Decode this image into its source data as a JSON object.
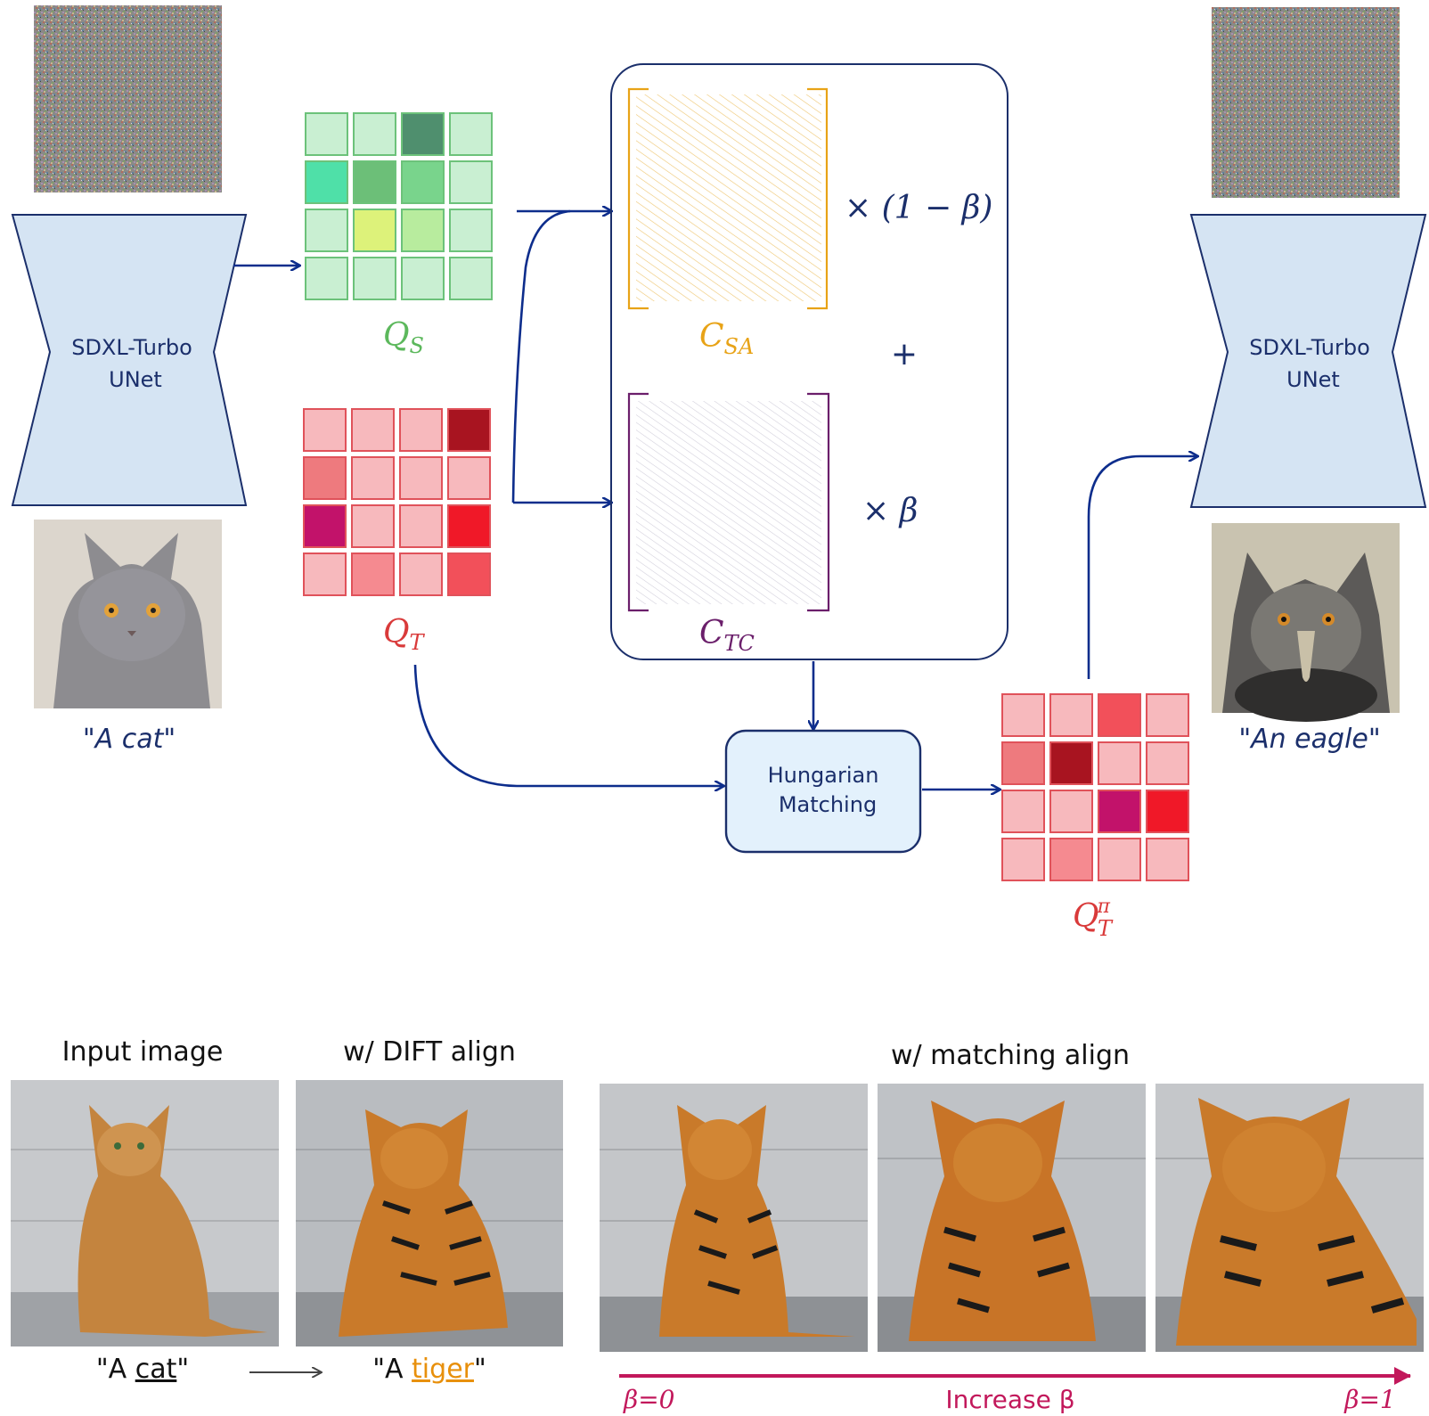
{
  "left_unet": {
    "line1": "SDXL-Turbo",
    "line2": "UNet",
    "prompt": "\"A cat\""
  },
  "right_unet": {
    "line1": "SDXL-Turbo",
    "line2": "UNet",
    "prompt": "\"An eagle\""
  },
  "qs": {
    "label": "Q",
    "sub": "S",
    "color": "#5cb85c",
    "cells": [
      "#c9efd2",
      "#c9efd2",
      "#4f8f6e",
      "#c9efd2",
      "#4fe0a8",
      "#6cbf78",
      "#79d48c",
      "#c9efd2",
      "#c9efd2",
      "#ddf27a",
      "#b8ec9e",
      "#c9efd2",
      "#c9efd2",
      "#c9efd2",
      "#c9efd2",
      "#c9efd2"
    ]
  },
  "qt": {
    "label": "Q",
    "sub": "T",
    "color": "#d93a3a",
    "cells": [
      "#f7b9bd",
      "#f7b9bd",
      "#f7b9bd",
      "#a81420",
      "#ee7a7e",
      "#f7b9bd",
      "#f7b9bd",
      "#f7b9bd",
      "#c2126a",
      "#f7b9bd",
      "#f7b9bd",
      "#f01828",
      "#f7b9bd",
      "#f58a90",
      "#f7b9bd",
      "#f2505a"
    ]
  },
  "qtpi": {
    "label": "Q",
    "sub": "T",
    "sup": "π",
    "color": "#d93a3a",
    "cells": [
      "#f7b9bd",
      "#f7b9bd",
      "#f2505a",
      "#f7b9bd",
      "#ee7a7e",
      "#a81420",
      "#f7b9bd",
      "#f7b9bd",
      "#f7b9bd",
      "#f7b9bd",
      "#c2126a",
      "#f01828",
      "#f7b9bd",
      "#f58a90",
      "#f7b9bd",
      "#f7b9bd"
    ]
  },
  "cost_box": {
    "csa": {
      "label": "C",
      "sub": "SA",
      "color": "#e8a317",
      "factor": "× (1 − β)"
    },
    "plus": "+",
    "ctc": {
      "label": "C",
      "sub": "TC",
      "color": "#6b1f6b",
      "factor": "× β"
    }
  },
  "matching": {
    "line1": "Hungarian",
    "line2": "Matching"
  },
  "bottom": {
    "input_title": "Input image",
    "dift_title": "w/ DIFT align",
    "matching_title": "w/ matching align",
    "caption_cat_quote_open": "\"A ",
    "caption_cat_word": "cat",
    "caption_cat_quote_close": "\"",
    "caption_tiger_quote_open": "\"A ",
    "caption_tiger_word": "tiger",
    "caption_tiger_quote_close": "\"",
    "beta_start": "β=0",
    "beta_middle": "Increase β",
    "beta_end": "β=1",
    "beta_color": "#c2185b",
    "tiger_word_color": "#e8900c"
  },
  "colors": {
    "navy": "#1b2f6b",
    "arrow": "#0d2d8c",
    "unet_fill": "#d5e4f3",
    "match_fill": "#e3f1fc"
  },
  "icons": [
    "noise-image",
    "cat-photo",
    "eagle-photo",
    "tiger-photo",
    "arrow-icon"
  ]
}
